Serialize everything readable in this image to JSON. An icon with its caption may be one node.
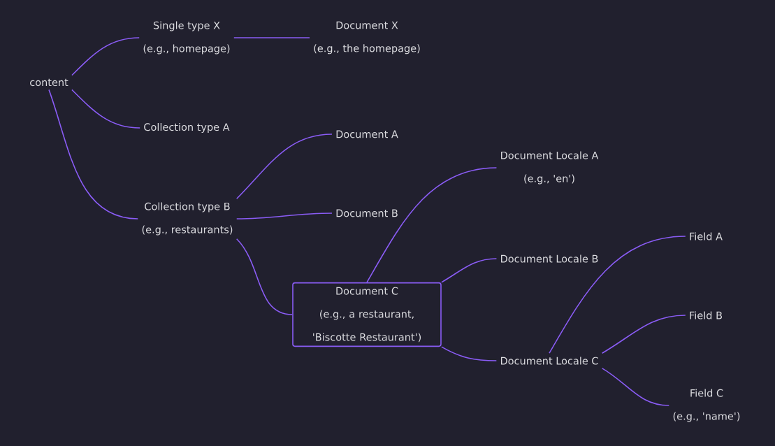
{
  "diagram": {
    "nodes": [
      {
        "text": [
          "content"
        ]
      },
      {
        "text": [
          "Single type X",
          "(e.g., homepage)"
        ]
      },
      {
        "text": [
          "Document X",
          "(e.g., the homepage)"
        ]
      },
      {
        "text": [
          "Collection type A"
        ]
      },
      {
        "text": [
          "Collection type B",
          "(e.g., restaurants)"
        ]
      },
      {
        "text": [
          "Document A"
        ]
      },
      {
        "text": [
          "Document B"
        ]
      },
      {
        "text": [
          "Document C",
          "(e.g., a restaurant, 'Biscotte Restaurant')"
        ]
      },
      {
        "text": [
          "Document Locale A",
          "(e.g., 'en')"
        ]
      },
      {
        "text": [
          "Document Locale B"
        ]
      },
      {
        "text": [
          "Document Locale C"
        ]
      },
      {
        "text": [
          "Field A"
        ]
      },
      {
        "text": [
          "Field B"
        ]
      },
      {
        "text": [
          "Field C",
          "(e.g., 'name')"
        ]
      }
    ],
    "edges": [
      {
        "from": 0,
        "to": 1,
        "arrow": "none"
      },
      {
        "from": 0,
        "to": 3,
        "arrow": "none"
      },
      {
        "from": 0,
        "to": 4,
        "arrow": "none"
      },
      {
        "from": 1,
        "to": 2,
        "arrow": "none"
      },
      {
        "from": 4,
        "to": 5,
        "arrow": "none"
      },
      {
        "from": 4,
        "to": 6,
        "arrow": "none"
      },
      {
        "from": 4,
        "to": 7,
        "arrow": "none"
      },
      {
        "from": 7,
        "to": 8,
        "arrow": "none"
      },
      {
        "from": 7,
        "to": 9,
        "arrow": "none"
      },
      {
        "from": 7,
        "to": 10,
        "arrow": "none"
      },
      {
        "from": 10,
        "to": 11,
        "arrow": "none"
      },
      {
        "from": 10,
        "to": 12,
        "arrow": "none"
      },
      {
        "from": 10,
        "to": 13,
        "arrow": "none"
      }
    ]
  }
}
